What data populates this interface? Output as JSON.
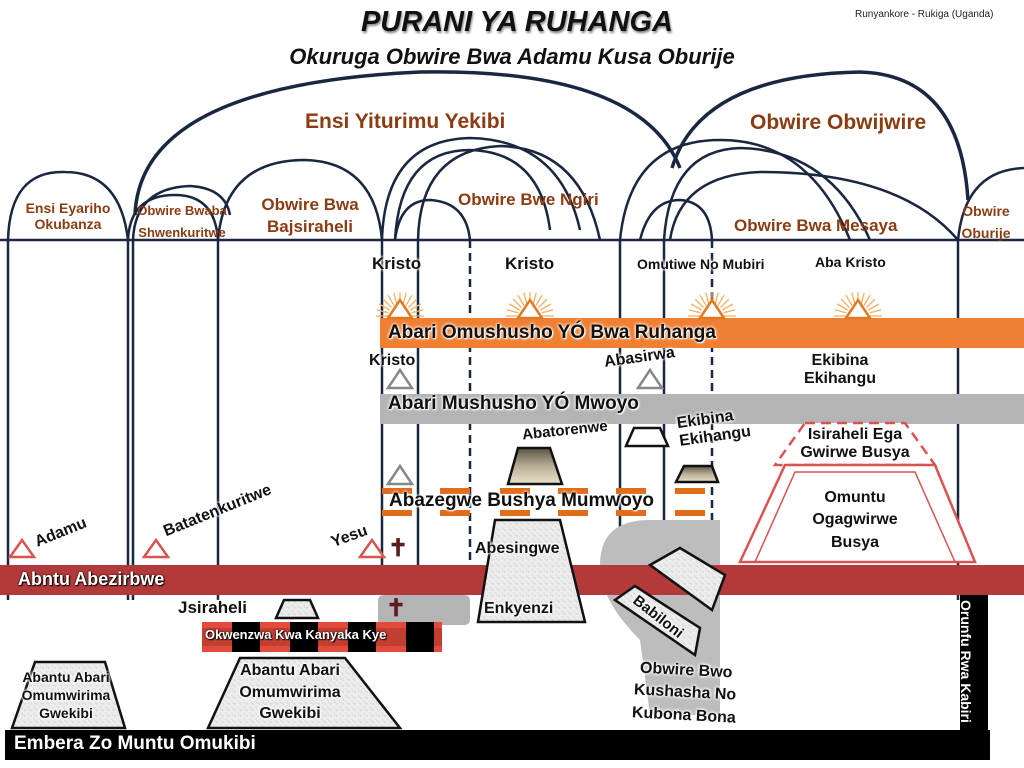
{
  "header": {
    "title": "PURANI YA RUHANGA",
    "subtitle": "Okuruga Obwire Bwa Adamu Kusa Oburije",
    "language_note": "Runyankore - Rukiga (Uganda)"
  },
  "colors": {
    "arch_line": "#1a2740",
    "heading_brown": "#8a3c12",
    "orange_band": "#ef8033",
    "gray_band": "#b4b4b4",
    "red_band": "#b33a3a",
    "black_band": "#000000",
    "red_outline": "#d9534f",
    "cross": "#5a1e1e"
  },
  "ages": {
    "major": [
      {
        "label": "Ensi Yiturimu Yekibi"
      },
      {
        "label": "Obwire Obwijwire"
      }
    ],
    "dispensations": [
      {
        "label_line1": "Ensi Eyariho",
        "label_line2": "Okubanza"
      },
      {
        "label_line1": "Obwire Bwaba",
        "label_line2": "Shwenkuritwe"
      },
      {
        "label_line1": "Obwire Bwa",
        "label_line2": "Bajsiraheli"
      },
      {
        "label_line1": "Obwire Bwe Ngiri",
        "label_line2": ""
      },
      {
        "label_line1": "Obwire Bwa Mesaya",
        "label_line2": ""
      },
      {
        "label_line1": "Obwire",
        "label_line2": "Oburije"
      }
    ]
  },
  "column_labels": {
    "kristo_1": "Kristo",
    "kristo_2": "Kristo",
    "omutiwe": "Omutiwe No Mubiri",
    "aba_kristo": "Aba Kristo"
  },
  "bands": {
    "orange": "Abari Omushusho YÓ Bwa Ruhanga",
    "gray": "Abari Mushusho YÓ Mwoyo",
    "orange_dashed": "Abazegwe Bushya Mumwoyo",
    "red": "Abntu Abezirbwe",
    "bottom": "Embera Zo Muntu Omukibi",
    "vertical_right": "Orunfu Rwa Kabiri"
  },
  "labels": {
    "kristo_mid": "Kristo",
    "abasirwa": "Abasirwa",
    "ekibina_right_1": "Ekibina",
    "ekibina_right_2": "Ekihangu",
    "abatorenwe": "Abatorenwe",
    "ekibina_mid_1": "Ekibina",
    "ekibina_mid_2": "Ekihangu",
    "isiraheli_1": "Isiraheli Ega",
    "isiraheli_2": "Gwirwe Busya",
    "omuntu_1": "Omuntu",
    "omuntu_2": "Ogagwirwe",
    "omuntu_3": "Busya",
    "adamu": "Adamu",
    "batatenkuritwe": "Batatenkuritwe",
    "yesu": "Yesu",
    "abesingwe": "Abesingwe",
    "enkyenzi": "Enkyenzi",
    "babiloni": "Babiloni",
    "obwire_bwo_1": "Obwire Bwo",
    "obwire_bwo_2": "Kushasha No",
    "obwire_bwo_3": "Kubona Bona",
    "jsiraheli": "Jsiraheli",
    "okwenzwa": "Okwenzwa Kwa Kanyaka Kye",
    "abantu_left_1": "Abantu Abari",
    "abantu_left_2": "Omumwirima",
    "abantu_left_3": "Gwekibi",
    "abantu_mid_1": "Abantu Abari",
    "abantu_mid_2": "Omumwirima",
    "abantu_mid_3": "Gwekibi"
  },
  "icons": {
    "cross_glyph": "✝"
  }
}
